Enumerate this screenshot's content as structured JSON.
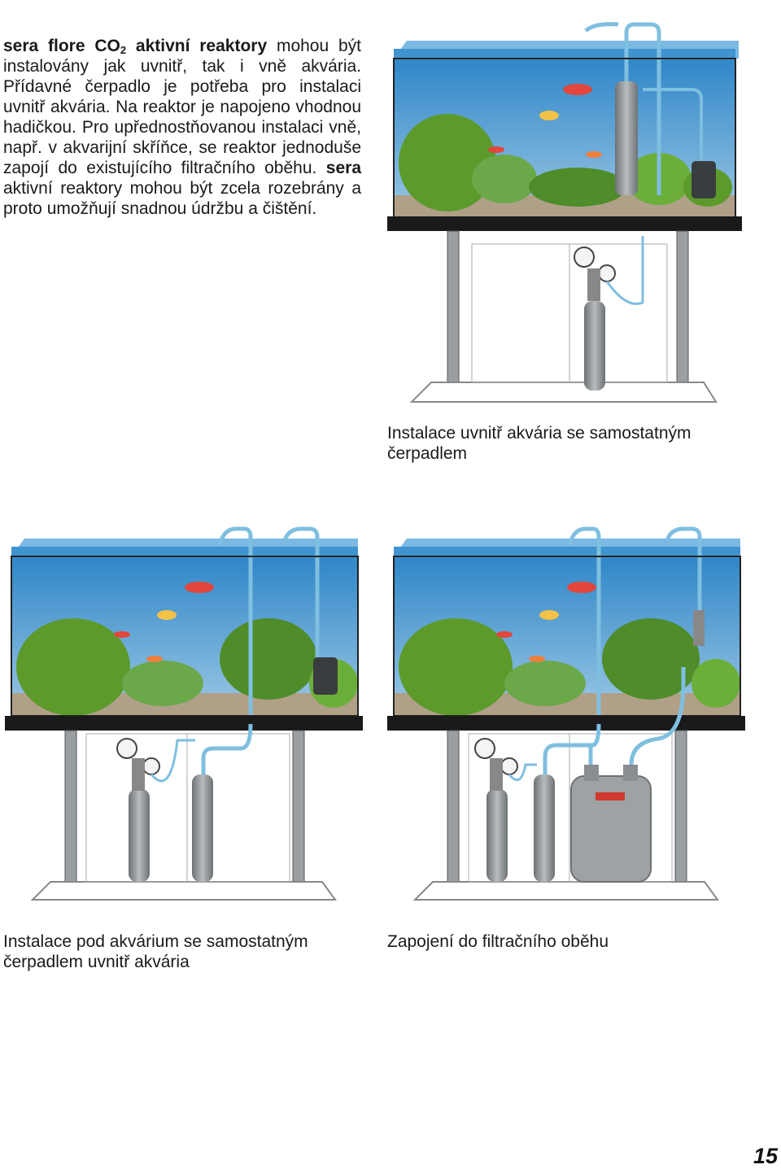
{
  "intro": {
    "brand1": "sera",
    "product": "flore CO",
    "product_sub": "2",
    "product_rest": "aktivní reaktory",
    "text1": "mohou být instalovány jak uvnitř, tak i vně akvária. Přídavné čerpadlo je potřeba pro instalaci uvnitř akvária. Na reaktor je napojeno vhodnou hadičkou. Pro upřednostňovanou instalaci vně, např. v akvarijní skříňce, se reaktor jednoduše zapojí do existujícího filtračního oběhu.",
    "brand2": "sera",
    "text2": "aktivní reaktory mohou být zcela rozebrány a proto umožňují snadnou údržbu a čištění."
  },
  "figures": [
    {
      "caption": "Instalace uvnitř akvária se samostatným čerpadlem"
    },
    {
      "caption": "Instalace pod akvárium se samostatným čerpadlem uvnitř akvária"
    },
    {
      "caption": "Zapojení do filtračního oběhu"
    }
  ],
  "page_number": "15",
  "colors": {
    "water_top": "#2f86c8",
    "water_bottom": "#9cc8e4",
    "plant": "#5c9a2c",
    "gravel": "#b0a088",
    "stand": "#1a1a1a",
    "tube": "#7fbfe0",
    "cylinder": "#8a8e90",
    "filter": "#9ea2a4"
  }
}
